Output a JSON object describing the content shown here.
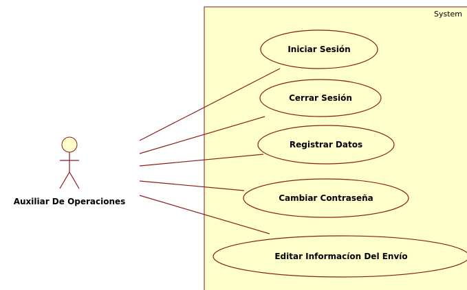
{
  "colors": {
    "system_fill": "#ffffcc",
    "system_stroke": "#8b1a1a",
    "usecase_fill": "#ffffcc",
    "usecase_stroke": "#8b1a1a",
    "association_stroke": "#8b1a1a",
    "actor_head_fill": "#ffffcc"
  },
  "system": {
    "label": "System"
  },
  "actor": {
    "name": "Auxiliar De Operaciones"
  },
  "use_cases": [
    {
      "label": "Iniciar Sesión"
    },
    {
      "label": "Cerrar Sesión"
    },
    {
      "label": "Registrar Datos"
    },
    {
      "label": "Cambiar Contraseña"
    },
    {
      "label": "Editar Informacíon Del Envío"
    }
  ]
}
